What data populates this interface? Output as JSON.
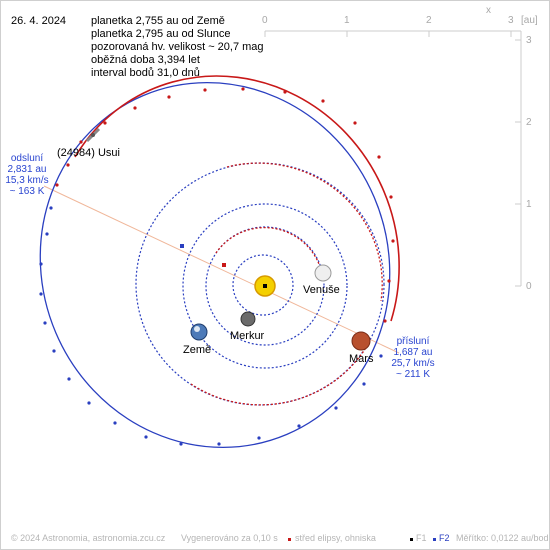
{
  "date": "26. 4. 2024",
  "info": {
    "line1": "planetka 2,755 au od Země",
    "line2": "planetka 2,795 au od Slunce",
    "line3": "pozorovaná hv. velikost ~ 20,7 mag",
    "line4": "oběžná doba 3,394 let",
    "line5": "interval bodů 31,0 dnů"
  },
  "close_label": "x",
  "axis": {
    "unit": "[au]",
    "top_ticks": [
      "0",
      "1",
      "2",
      "3"
    ],
    "right_ticks": [
      "3",
      "2",
      "1",
      "0"
    ]
  },
  "asteroid_label": "(24984) Usui",
  "aphelion": {
    "title": "odsluní",
    "distance": "2,831 au",
    "speed": "15,3 km/s",
    "temp": "~ 163 K"
  },
  "perihelion": {
    "title": "přísluní",
    "distance": "1,687 au",
    "speed": "25,7 km/s",
    "temp": "~ 211 K"
  },
  "planets": {
    "venus": "Venuše",
    "mercury": "Merkur",
    "earth": "Země",
    "mars": "Mars"
  },
  "footer": {
    "copyright": "© 2024 Astronomia, astronomia.zcu.cz",
    "generated": "Vygenerováno za 0,10 s",
    "legend_center": "střed elipsy, ohniska",
    "legend_f1": "F1",
    "legend_f2": "F2",
    "scale": "Měřítko: 0,0122 au/bod"
  },
  "colors": {
    "orbit_blue": "#2a3fc0",
    "orbit_red": "#c81818",
    "apsis_line": "#f0b79a",
    "label_blue": "#2a45d0"
  }
}
